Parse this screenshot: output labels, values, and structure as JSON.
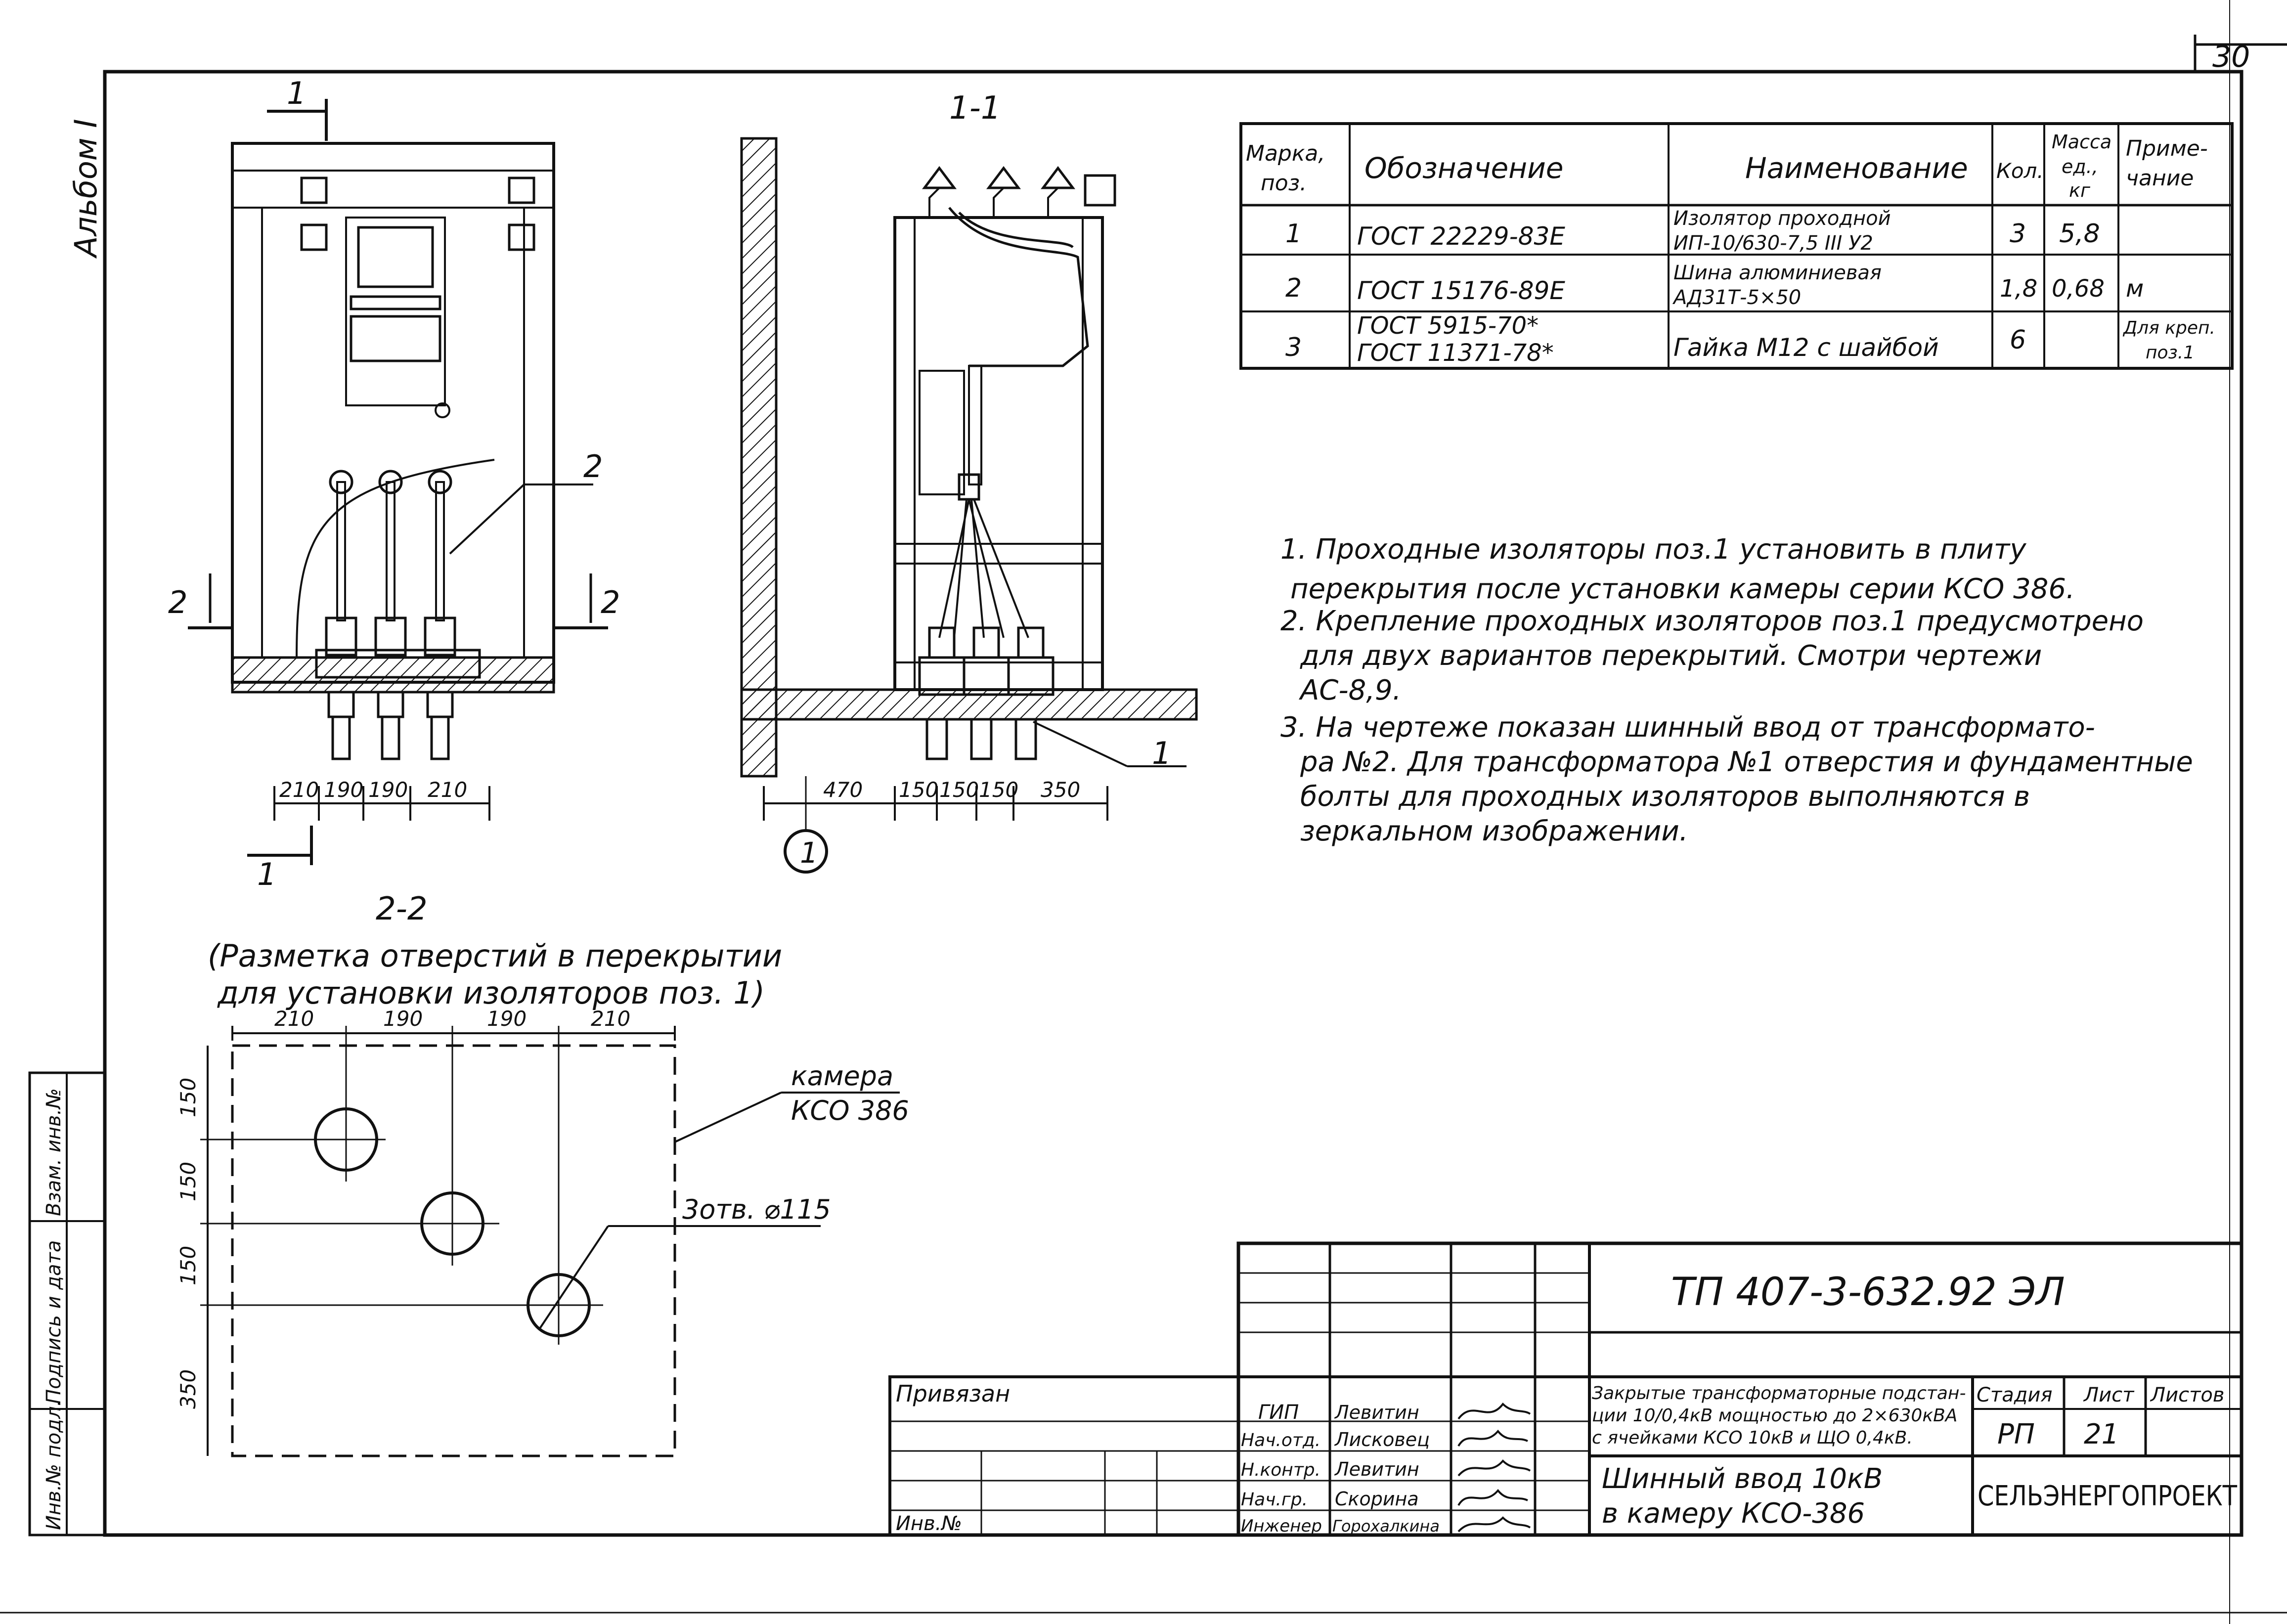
{
  "sheet": {
    "page_number": "30",
    "album": "Альбом I"
  },
  "view_front": {
    "section_mark_top_number": "1",
    "section_mark_bottom_number": "1",
    "section_mark_left": "2",
    "section_mark_right": "2",
    "callout_label": "2",
    "dims": [
      "210",
      "190",
      "190",
      "210"
    ]
  },
  "view_section_11": {
    "title": "1-1",
    "callout_label": "1",
    "axis_label": "1",
    "dims": [
      "470",
      "150",
      "150",
      "150",
      "350"
    ]
  },
  "view_section_22": {
    "title": "2-2",
    "subtitle_line1": "(Разметка отверстий в перекрытии",
    "subtitle_line2": "для установки изоляторов поз. 1)",
    "dims_top": [
      "210",
      "190",
      "190",
      "210"
    ],
    "dims_left": [
      "150",
      "150",
      "150",
      "350"
    ],
    "label_camera_line1": "камера",
    "label_camera_line2": "КСО 386",
    "label_hole": "3отв. ⌀115"
  },
  "spec_table": {
    "headers": [
      "Марка, поз.",
      "Обозначение",
      "Наименование",
      "Кол.",
      "Масса ед., кг",
      "Приме- чание"
    ],
    "header_col1_line1": "Марка,",
    "header_col1_line2": "поз.",
    "header_col5_line1": "Масса",
    "header_col5_line2": "ед.,",
    "header_col5_line3": "кг",
    "header_col6_line1": "Приме-",
    "header_col6_line2": "чание",
    "rows": [
      {
        "pos": "1",
        "designation": "ГОСТ 22229-83Е",
        "name_line1": "Изолятор проходной",
        "name_line2": "ИП-10/630-7,5 III У2",
        "qty": "3",
        "mass": "5,8",
        "note_line1": "",
        "note_line2": ""
      },
      {
        "pos": "2",
        "designation": "ГОСТ 15176-89Е",
        "name_line1": "Шина алюминиевая",
        "name_line2": "АД31Т-5×50",
        "qty": "1,8",
        "mass": "0,68",
        "note_line1": "м",
        "note_line2": ""
      },
      {
        "pos": "3",
        "designation_line1": "ГОСТ 5915-70*",
        "designation_line2": "ГОСТ 11371-78*",
        "name_line1": "Гайка М12 с шайбой",
        "name_line2": "",
        "qty": "6",
        "mass": "",
        "note_line1": "Для креп.",
        "note_line2": "поз.1"
      }
    ]
  },
  "notes": [
    "1. Проходные изоляторы поз.1 установить в плиту",
    "перекрытия после установки камеры серии КСО 386.",
    "2. Крепление проходных изоляторов поз.1 предусмотрено",
    "для двух вариантов перекрытий. Смотри чертежи",
    "АС-8,9.",
    "3. На чертеже показан шинный ввод от трансформато-",
    "ра №2. Для трансформатора №1 отверстия и фундаментные",
    "болты для проходных изоляторов выполняются в",
    "зеркальном изображении."
  ],
  "title_block": {
    "doc_code": "ТП 407-3-632.92 ЭЛ",
    "privyazan": "Привязан",
    "inv_no": "Инв.№",
    "project_line1": "Закрытые трансформаторные подстан-",
    "project_line2": "ции 10/0,4кВ мощностью до 2×630кВА",
    "project_line3": "с ячейками КСО 10кВ и ЩО 0,4кВ.",
    "sheet_title_line1": "Шинный ввод 10кВ",
    "sheet_title_line2": "в камеру КСО-386",
    "stage_header": "Стадия",
    "sheet_header": "Лист",
    "sheets_header": "Листов",
    "stage": "РП",
    "sheet": "21",
    "organization": "СЕЛЬЭНЕРГОПРОЕКТ",
    "roles": [
      "ГИП",
      "Нач.отд.",
      "Н.контр.",
      "Нач.гр.",
      "Инженер"
    ],
    "names": [
      "Левитин",
      "Лисковец",
      "Левитин",
      "Скорина",
      "Горохалкина"
    ]
  },
  "side_stamp": [
    "Инв.№ подл.",
    "Подпись и дата",
    "Взам. инв.№"
  ]
}
